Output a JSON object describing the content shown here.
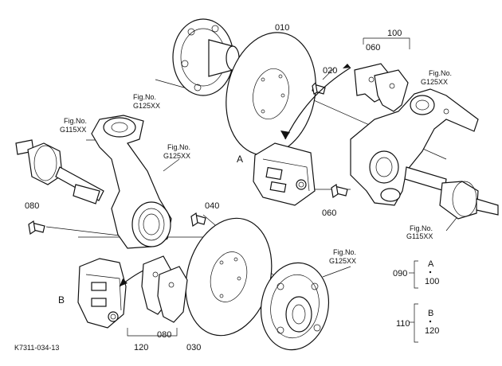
{
  "callouts": {
    "p010": "010",
    "p020": "020",
    "p030": "030",
    "p040": "040",
    "p060a": "060",
    "p060b": "060",
    "p080a": "080",
    "p080b": "080",
    "p090": "090",
    "p100": "100",
    "p110": "110",
    "p120": "120"
  },
  "fig_refs": {
    "top_hub": {
      "line1": "Fig.No.",
      "line2": "G125XX"
    },
    "right_knuckle": {
      "line1": "Fig.No.",
      "line2": "G125XX"
    },
    "left_shaft": {
      "line1": "Fig.No.",
      "line2": "G115XX"
    },
    "left_knuckle": {
      "line1": "Fig.No.",
      "line2": "G125XX"
    },
    "right_shaft": {
      "line1": "Fig.No.",
      "line2": "G115XX"
    },
    "bottom_hub": {
      "line1": "Fig.No.",
      "line2": "G125XX"
    }
  },
  "assembly_labels": {
    "a": "A",
    "b": "B"
  },
  "legend": {
    "row1": {
      "ref": "090",
      "letter": "A",
      "part": "100"
    },
    "row2": {
      "ref": "110",
      "letter": "B",
      "part": "120"
    }
  },
  "drawing_code": "K7311-034-13"
}
